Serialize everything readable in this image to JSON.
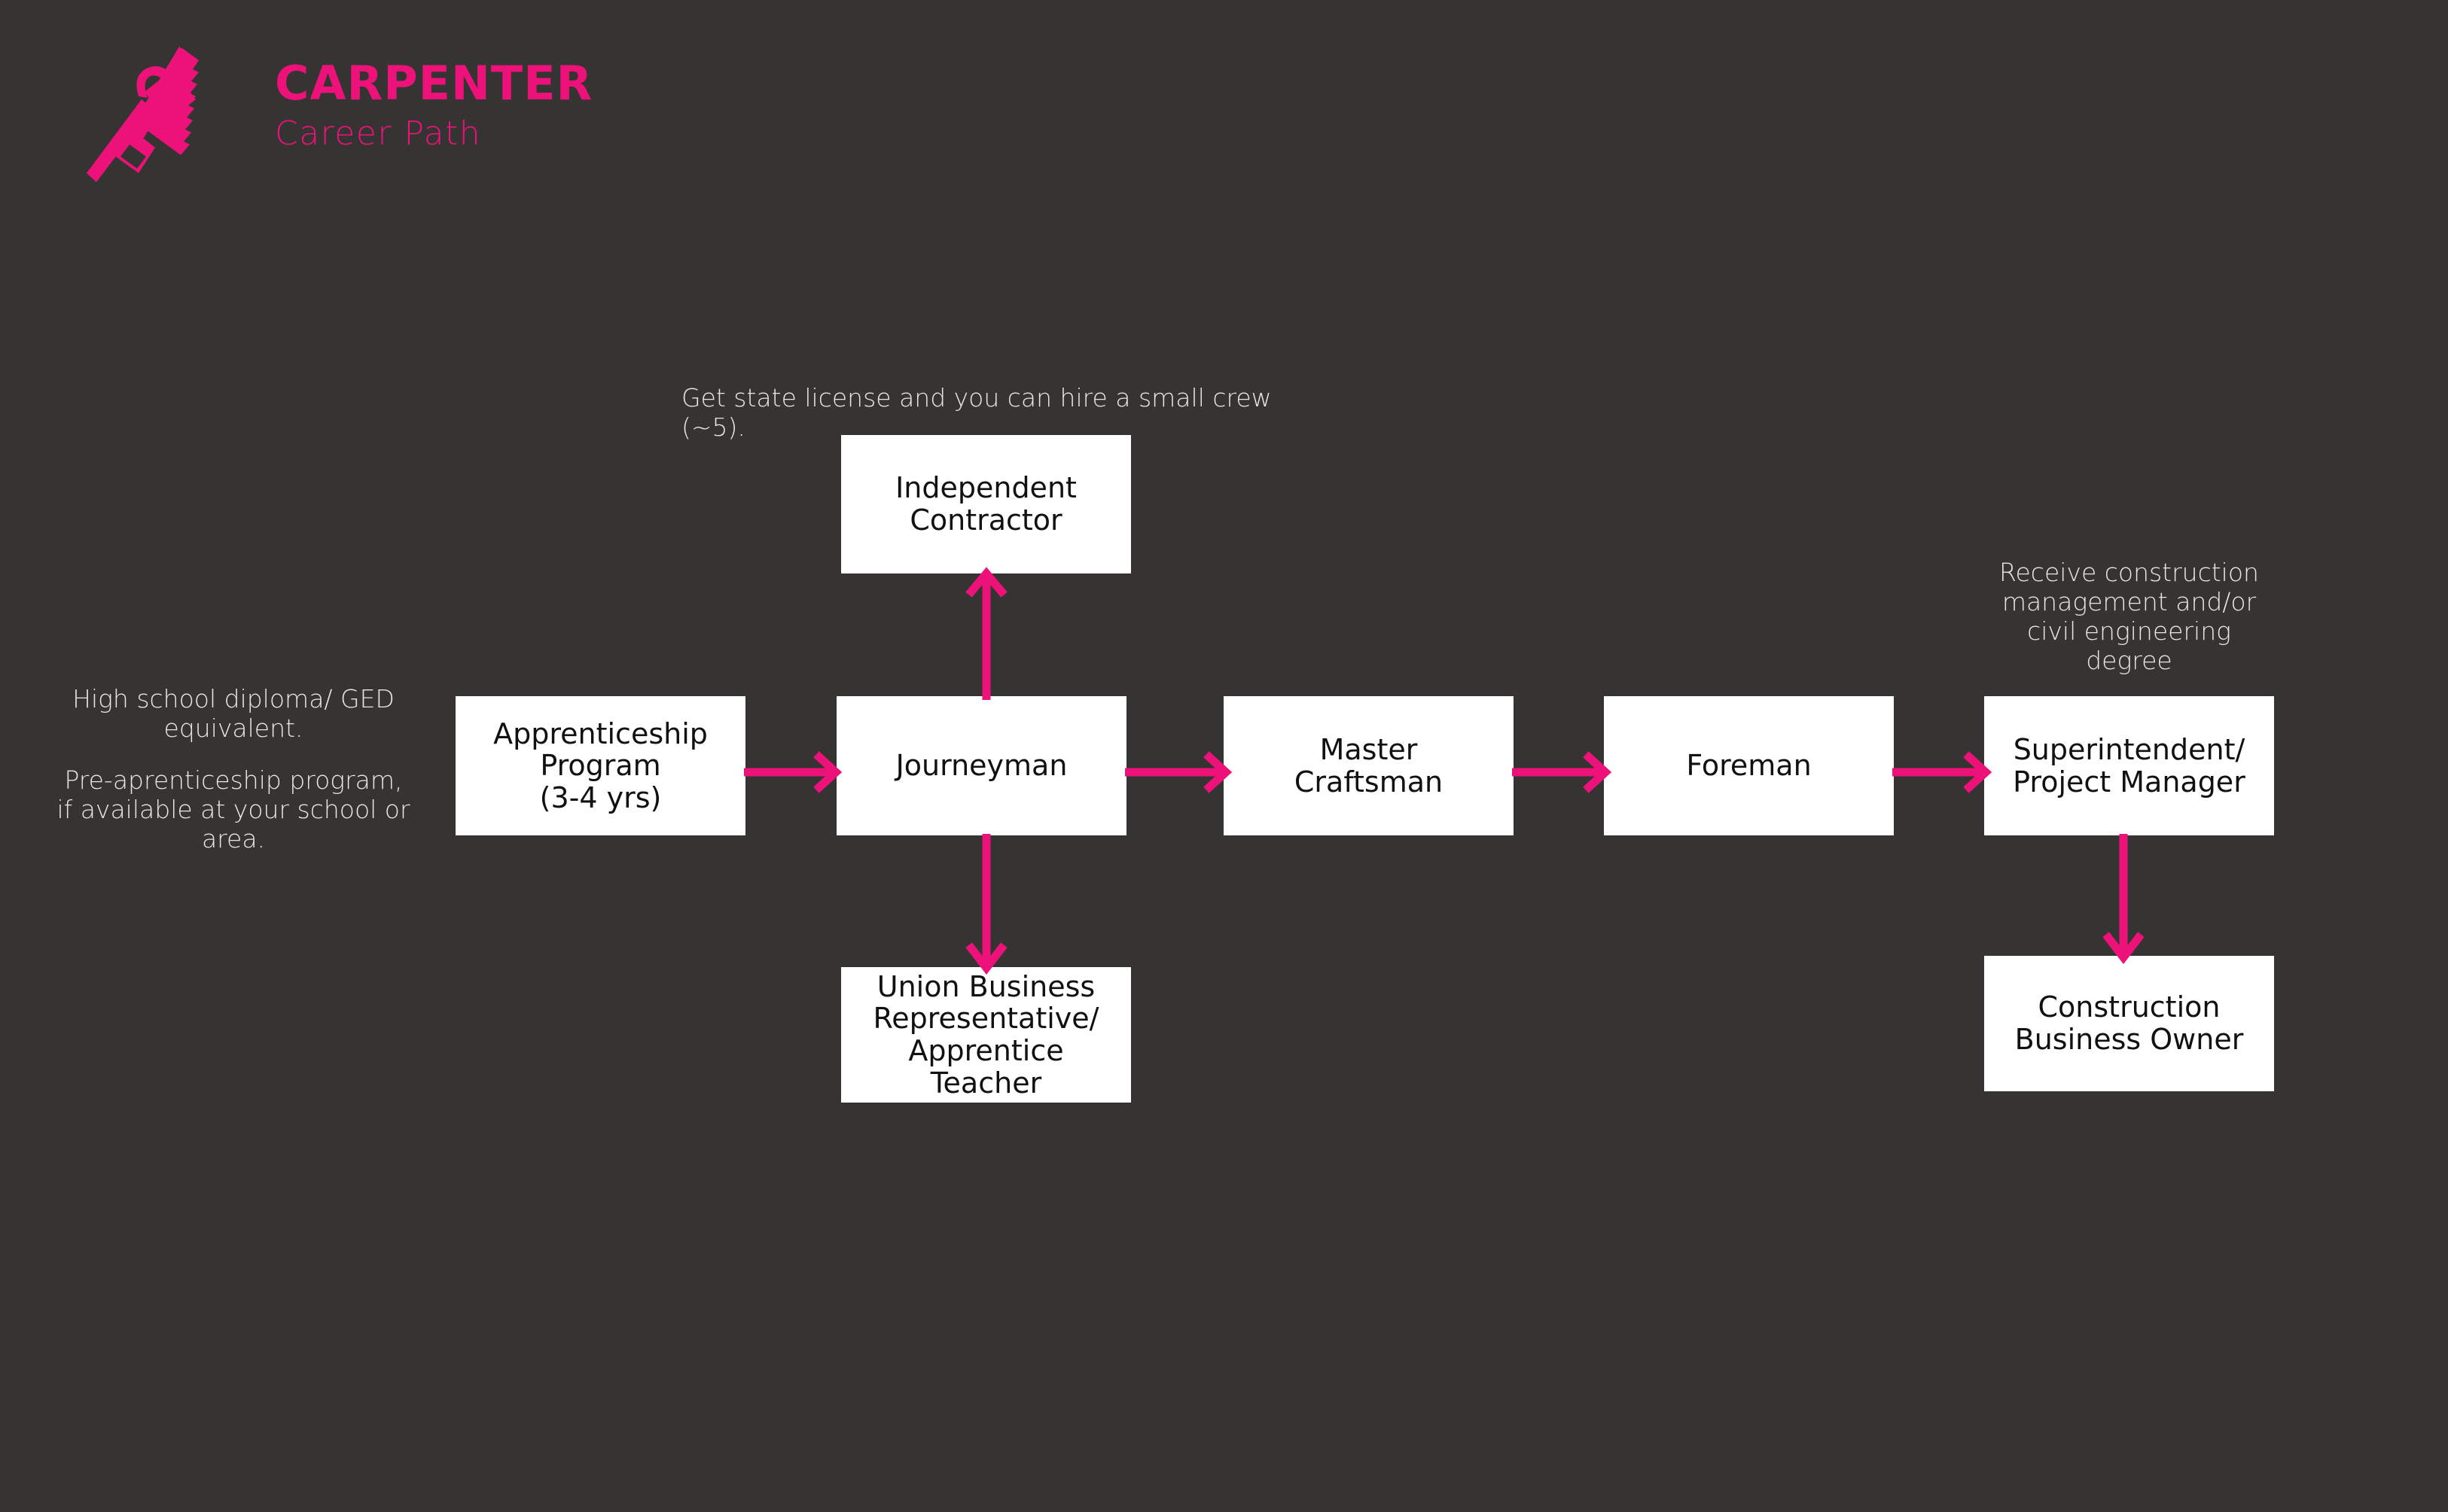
{
  "page": {
    "background_color": "#363432",
    "accent_color": "#EC1279",
    "node_fill": "#FFFFFF",
    "note_text_color": "#E8E6E3"
  },
  "logo": {
    "icon": "hammer-and-saw-icon",
    "title": "CARPENTER",
    "subtitle": "Career Path"
  },
  "notes": {
    "entry_requirements": {
      "line1": "High school diploma/ GED",
      "line2": "equivalent.",
      "line3": "Pre-aprenticeship program,",
      "line4": "if available at your school or",
      "line5": "area."
    },
    "independent_contractor_note": {
      "line1": "Get state license and you can hire a small crew (~5)."
    },
    "superintendent_note": {
      "line1": "Receive construction",
      "line2": "management and/or",
      "line3": "civil engineering",
      "line4": "degree"
    }
  },
  "nodes": {
    "apprenticeship": {
      "line1": "Apprenticeship",
      "line2": "Program",
      "line3": "(3-4 yrs)"
    },
    "journeyman": {
      "line1": "Journeyman"
    },
    "independent_contractor": {
      "line1": "Independent",
      "line2": "Contractor"
    },
    "union_business_rep": {
      "line1": "Union Business",
      "line2": "Representative/",
      "line3": "Apprentice Teacher"
    },
    "master_craftsman": {
      "line1": "Master",
      "line2": "Craftsman"
    },
    "foreman": {
      "line1": "Foreman"
    },
    "superintendent": {
      "line1": "Superintendent/",
      "line2": "Project Manager"
    },
    "construction_business_owner": {
      "line1": "Construction",
      "line2": "Business Owner"
    }
  },
  "flow": {
    "connections": [
      {
        "from": "apprenticeship",
        "to": "journeyman",
        "direction": "right"
      },
      {
        "from": "journeyman",
        "to": "independent_contractor",
        "direction": "up"
      },
      {
        "from": "journeyman",
        "to": "union_business_rep",
        "direction": "down"
      },
      {
        "from": "journeyman",
        "to": "master_craftsman",
        "direction": "right"
      },
      {
        "from": "master_craftsman",
        "to": "foreman",
        "direction": "right"
      },
      {
        "from": "foreman",
        "to": "superintendent",
        "direction": "right"
      },
      {
        "from": "superintendent",
        "to": "construction_business_owner",
        "direction": "down"
      }
    ]
  }
}
